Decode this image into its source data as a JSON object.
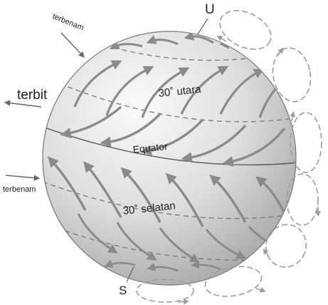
{
  "labels": {
    "north": "U",
    "south": "S",
    "terbit": "terbit",
    "terbenam_top": "terbenam",
    "terbenam_bottom": "terbenam",
    "lat_30_north": "30˚ utara",
    "equator": "Equator",
    "lat_30_south": "30˚ selatan"
  },
  "colors": {
    "globe_fill": "#d6d6d6",
    "globe_highlight": "#f7f7f7",
    "wind_arrow": "#8a8a8a",
    "cell_loop": "#9c9c9c",
    "text": "#222222"
  },
  "icons": {
    "wind": "curved-arrow-icon",
    "cell": "circulation-loop-icon",
    "direction": "straight-arrow-icon"
  }
}
